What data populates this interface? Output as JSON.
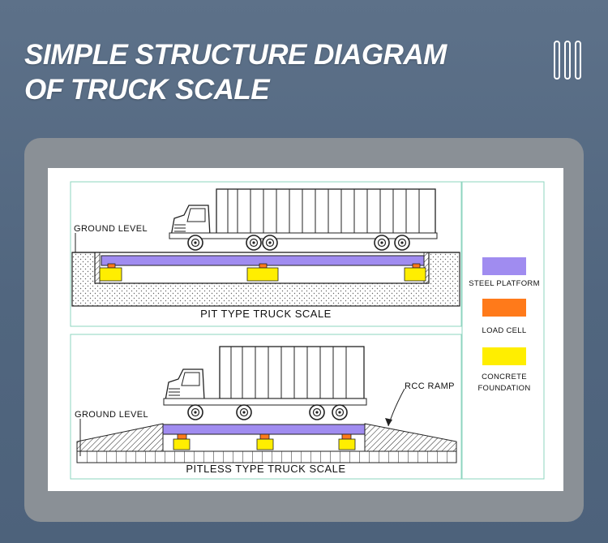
{
  "header": {
    "title_line1": "SIMPLE STRUCTURE DIAGRAM",
    "title_line2": "OF TRUCK SCALE"
  },
  "diagram": {
    "pit": {
      "ground_label": "GROUND LEVEL",
      "caption": "PIT TYPE TRUCK SCALE"
    },
    "pitless": {
      "ground_label": "GROUND LEVEL",
      "ramp_label": "RCC RAMP",
      "caption": "PITLESS TYPE TRUCK SCALE"
    },
    "legend": [
      {
        "label_line1": "STEEL PLATFORM",
        "label_line2": "",
        "color": "#a08cf0"
      },
      {
        "label_line1": "LOAD CELL",
        "label_line2": "",
        "color": "#ff7a1a"
      },
      {
        "label_line1": "CONCRETE",
        "label_line2": "FOUNDATION",
        "color": "#ffee00"
      }
    ]
  },
  "colors": {
    "background": "#55697f",
    "card": "#8a9096",
    "border_accent": "#8ed4bf"
  }
}
